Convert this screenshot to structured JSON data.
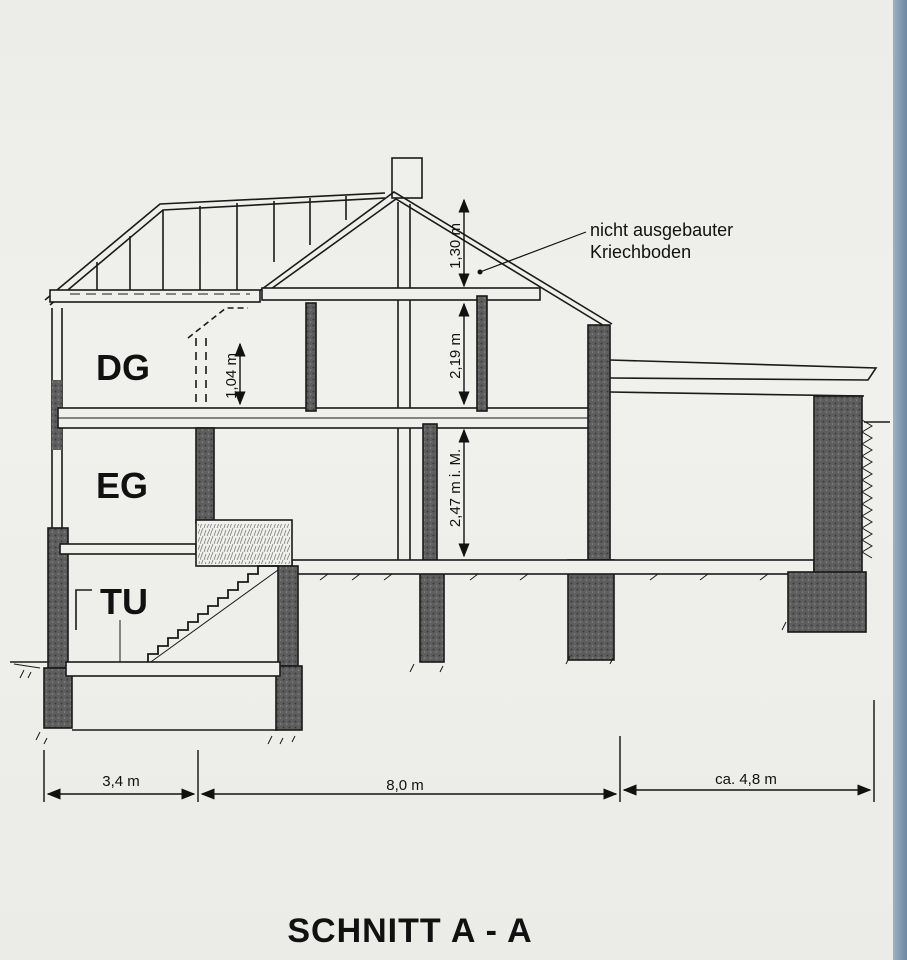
{
  "title": "SCHNITT A - A",
  "floors": {
    "dg": "DG",
    "eg": "EG",
    "tu": "TU"
  },
  "annotation": {
    "line1": "nicht ausgebauter",
    "line2": "Kriechboden"
  },
  "heights": {
    "roof": "1,30 m",
    "dg_room": "2,19 m",
    "dg_knee": "1,04 m",
    "eg_room": "2,47 m i. M."
  },
  "widths": {
    "left": "3,4 m",
    "middle": "8,0 m",
    "right": "ca. 4,8 m"
  },
  "colors": {
    "ink": "#1a1a1a",
    "wall_fill": "#6e6e6e",
    "paper": "#efefeb"
  }
}
